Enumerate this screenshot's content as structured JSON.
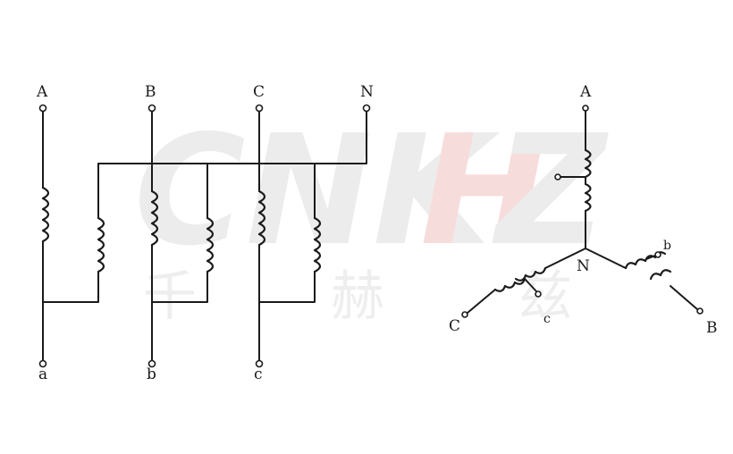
{
  "watermark": {
    "part1": "CNK",
    "part2": "H",
    "part3": "Z",
    "chars": [
      "千",
      "赫",
      "兹"
    ]
  },
  "left": {
    "labels": {
      "A": "A",
      "B": "B",
      "C": "C",
      "N": "N",
      "a": "a",
      "b": "b",
      "c": "c"
    }
  },
  "right": {
    "labels": {
      "A": "A",
      "B": "B",
      "C": "C",
      "N": "N",
      "b": "b",
      "c": "c"
    }
  }
}
